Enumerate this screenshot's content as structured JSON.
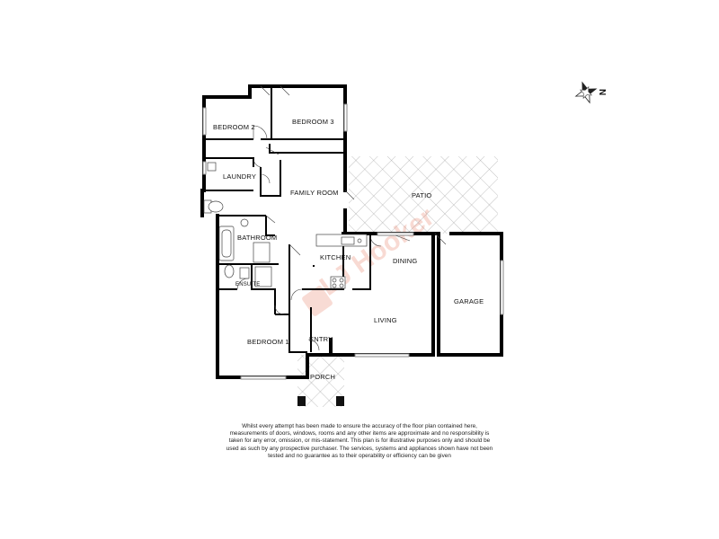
{
  "rooms": {
    "bedroom2": "BEDROOM 2",
    "bedroom3": "BEDROOM 3",
    "laundry": "LAUNDRY",
    "family_room": "FAMILY ROOM",
    "patio": "PATIO",
    "bathroom": "BATHROOM",
    "kitchen": "KITCHEN",
    "dining": "DINING",
    "ensuite": "ENSUITE",
    "garage": "GARAGE",
    "living": "LIVING",
    "bedroom1": "BEDROOM 1",
    "entry": "ENTRY",
    "porch": "PORCH"
  },
  "compass_label": "N",
  "watermark": "LJ Hooker",
  "disclaimer": "Whilst every attempt has been made to ensure the accuracy of the floor plan contained here, measurements of doors, windows, rooms and any other items are approximate and no responsibility is taken for any error, omission, or mis-statement. This plan is for illustrative purposes only and should be used as such by any prospective purchaser. The services, systems and appliances shown have not been tested and no guarantee as to their operability or efficiency can be given"
}
